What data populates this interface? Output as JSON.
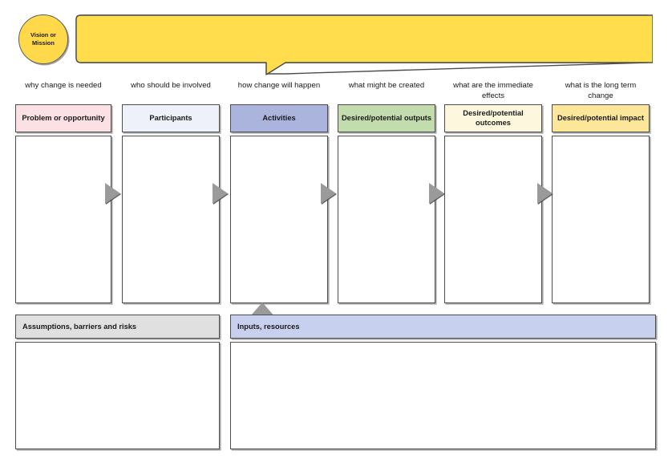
{
  "vision": {
    "label": "Vision or\nMission",
    "fill": "#ffd94a"
  },
  "banner": {
    "text": "",
    "fill": "#ffdd4d",
    "stroke": "#4d4d4d"
  },
  "columns": [
    {
      "caption": "why change\nis needed",
      "title": "Problem or\nopportunity",
      "header_fill": "#fbe1e3",
      "body_text": ""
    },
    {
      "caption": "who should\nbe involved",
      "title": "Participants",
      "header_fill": "#eef0fa",
      "body_text": ""
    },
    {
      "caption": "how change\nwill happen",
      "title": "Activities",
      "header_fill": "#aab4dd",
      "body_text": ""
    },
    {
      "caption": "what might be\ncreated",
      "title": "Desired/potential\noutputs",
      "header_fill": "#c3dcae",
      "body_text": ""
    },
    {
      "caption": "what are the\nimmediate effects",
      "title": "Desired/potential\noutcomes",
      "header_fill": "#fdf8dd",
      "body_text": ""
    },
    {
      "caption": "what is the long\nterm change",
      "title": "Desired/potential\nimpact",
      "header_fill": "#fbe69a",
      "body_text": ""
    }
  ],
  "bottom": [
    {
      "title": "Assumptions, barriers and risks",
      "header_fill": "#e0e0e0",
      "body_text": ""
    },
    {
      "title": "Inputs, resources",
      "header_fill": "#c7d0ef",
      "body_text": ""
    }
  ],
  "arrows": {
    "flow_fill": "#9a9a9a",
    "count": 5,
    "up_arrow_fill": "#9a9a9a"
  }
}
